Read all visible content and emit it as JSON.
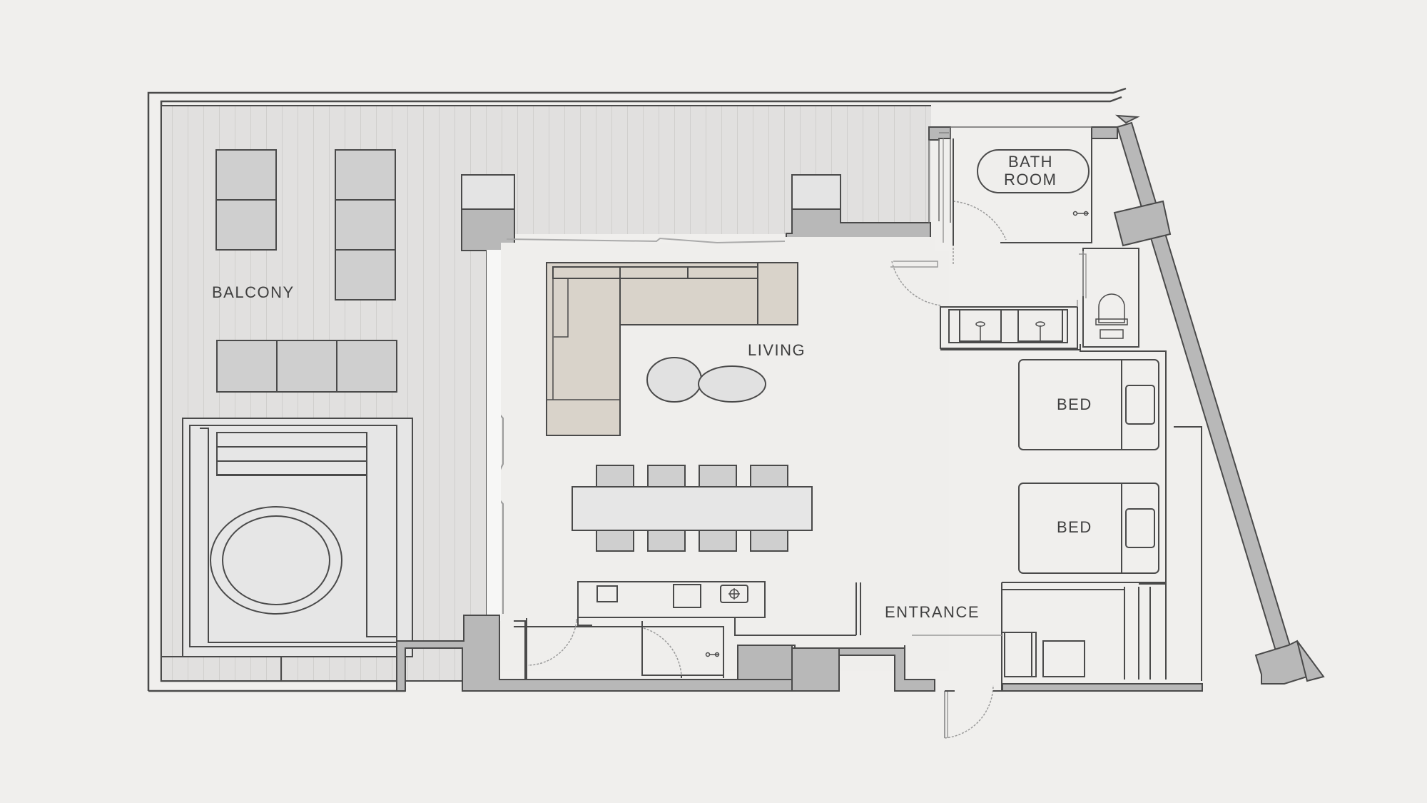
{
  "rooms": {
    "balcony": "BALCONY",
    "living": "LIVING",
    "bath_line1": "BATH",
    "bath_line2": "ROOM",
    "bed_upper": "BED",
    "bed_lower": "BED",
    "entrance": "ENTRANCE"
  },
  "colors": {
    "background": "#f0efed",
    "balcony_deck": "#e1e0df",
    "wall_fill": "#b8b8b8",
    "line": "#4a4a4a",
    "sofa": "#d9d3ca",
    "furniture": "#cfcfcf"
  }
}
